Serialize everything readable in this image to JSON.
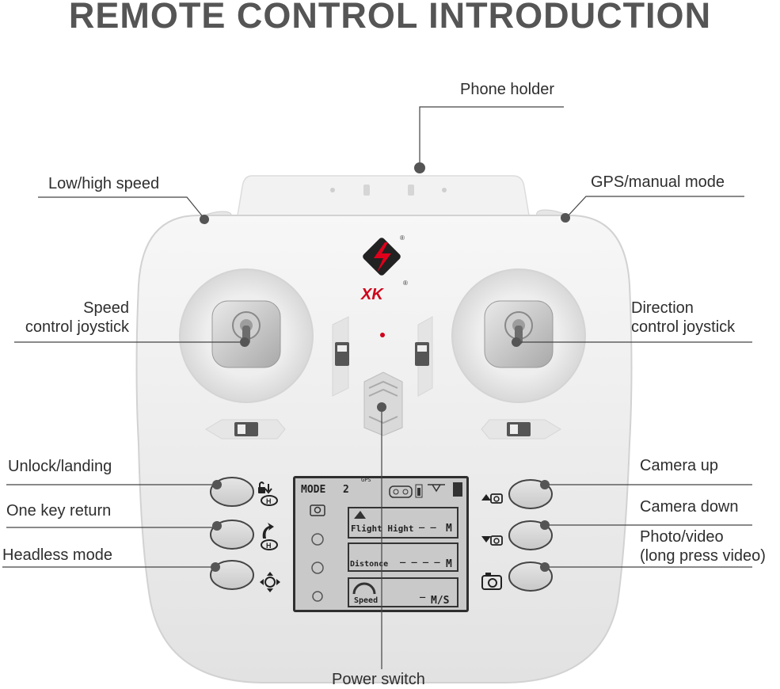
{
  "title": "REMOTE CONTROL INTRODUCTION",
  "labels": {
    "phone_holder": "Phone holder",
    "low_high_speed": "Low/high speed",
    "gps_manual_mode": "GPS/manual mode",
    "speed_joystick_line1": "Speed",
    "speed_joystick_line2": "control joystick",
    "direction_joystick_line1": "Direction",
    "direction_joystick_line2": "control joystick",
    "unlock_landing": "Unlock/landing",
    "one_key_return": "One key return",
    "headless_mode": "Headless mode",
    "camera_up": "Camera up",
    "camera_down": "Camera down",
    "photo_video_line1": "Photo/video",
    "photo_video_line2": "(long press video)",
    "power_switch": "Power switch"
  },
  "lcd": {
    "mode_label": "MODE",
    "mode_value": "2",
    "gps_label": "GPS",
    "flight_height_label": "Flight Hight",
    "flight_height_value": "_ _",
    "flight_height_unit": "M",
    "distance_label": "Distonce",
    "distance_value": "_ _ _ _",
    "distance_unit": "M",
    "speed_label": "Speed",
    "speed_value": "_",
    "speed_unit": "M/S"
  },
  "brand": {
    "logo_text": "XK",
    "registered_mark": "®"
  },
  "icons": [
    "phone-holder-dot",
    "unlock-landing-icon",
    "one-key-return-icon",
    "headless-mode-icon",
    "camera-up-icon",
    "camera-down-icon",
    "camera-icon",
    "lcd-camera-icon",
    "lcd-drone-icon",
    "lcd-battery-icon"
  ],
  "colors": {
    "accent": "#d0021b",
    "leader": "#444444",
    "dot": "#555555",
    "lcd_bg": "#c9c9c9",
    "body": "#ededed"
  }
}
